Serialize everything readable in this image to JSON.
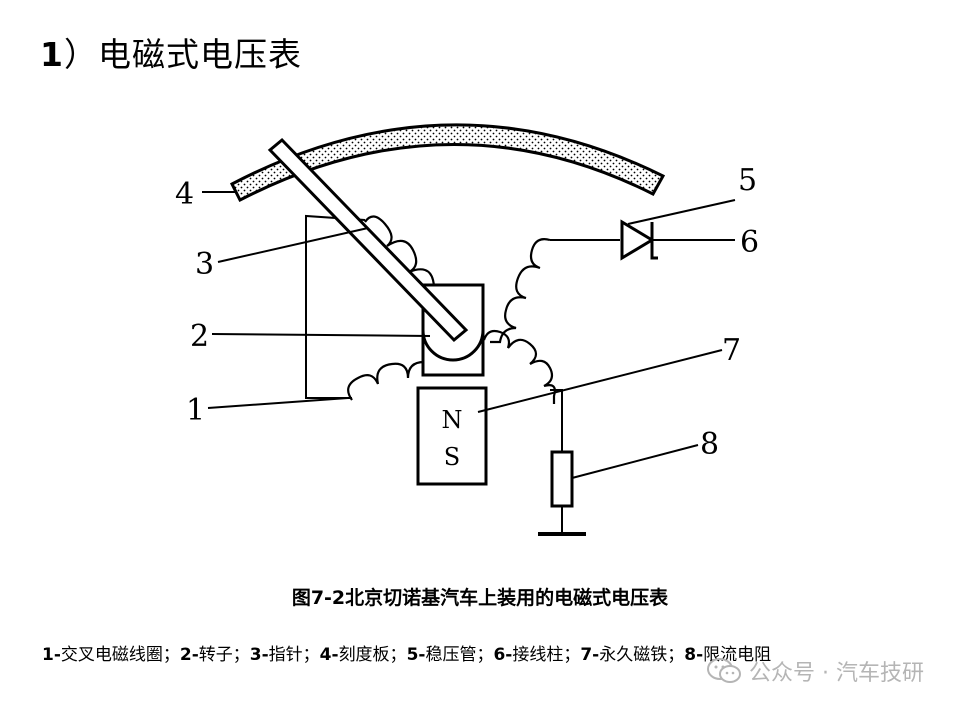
{
  "title": {
    "number": "1",
    "bracket": "）",
    "text": "电磁式电压表"
  },
  "labels": {
    "l1": "1",
    "l2": "2",
    "l3": "3",
    "l4": "4",
    "l5": "5",
    "l6": "6",
    "l7": "7",
    "l8": "8",
    "magnet_n": "N",
    "magnet_s": "S"
  },
  "caption": "图7-2北京切诺基汽车上装用的电磁式电压表",
  "legend": [
    {
      "n": "1-",
      "t": "交叉电磁线圈；"
    },
    {
      "n": "2-",
      "t": "转子；"
    },
    {
      "n": "3-",
      "t": "指针；"
    },
    {
      "n": "4-",
      "t": "刻度板；"
    },
    {
      "n": "5-",
      "t": "稳压管；"
    },
    {
      "n": "6-",
      "t": "接线柱；"
    },
    {
      "n": "7-",
      "t": "永久磁铁；"
    },
    {
      "n": "8-",
      "t": "限流电阻"
    }
  ],
  "watermark": "公众号 · 汽车技研"
}
